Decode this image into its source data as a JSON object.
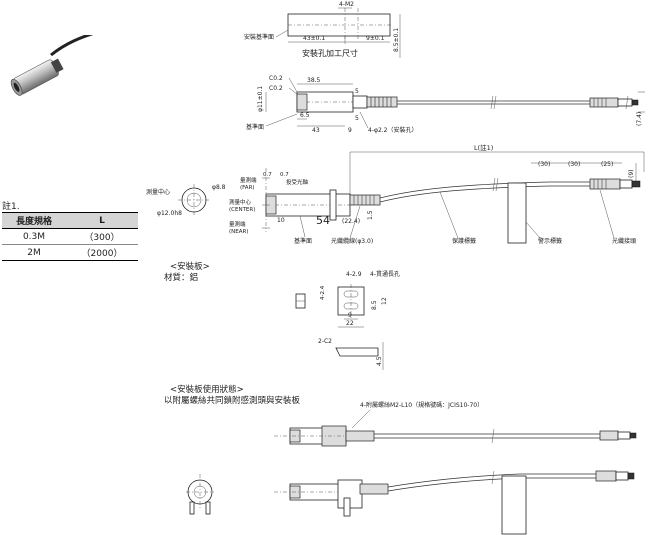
{
  "top_view": {
    "m2_label": "4-M2",
    "mount_ref": "安裝基準面",
    "dim_43": "43±0.1",
    "dim_9": "9±0.1",
    "dim_85": "8.5±0.1",
    "caption": "安裝孔加工尺寸"
  },
  "side_view": {
    "dim_dia11": "φ11±0.1",
    "dim_c02a": "C0.2",
    "dim_c02b": "C0.2",
    "dim_385": "38.5",
    "dim_65": "6.5",
    "dim_43": "43",
    "dim_9": "9",
    "dim_5a": "5",
    "dim_5b": "5",
    "dim_holes": "4-φ2.2（安裝孔）",
    "ref": "基準面",
    "dim_74": "(7.4)"
  },
  "front_view": {
    "l_note": "L(註1)",
    "dim_30a": "(30)",
    "dim_30b": "(30)",
    "dim_25": "(25)",
    "dim_9": "(9)",
    "dim_07a": "0.7",
    "dim_07b": "0.7",
    "dia88": "φ8.8",
    "dia12": "φ12.0h8",
    "measure_center_l": "測量中心",
    "far_label": "量測端\n(FAR)",
    "receiver": "投受光軸",
    "center_label": "測量中心\n(CENTER)",
    "near_label": "量測端\n(NEAR)",
    "dim_10": "10",
    "dim_54": "54",
    "dim_224": "(22.4)",
    "dim_15": "1.5",
    "ref": "基準面",
    "cable_label": "光纖纜線(φ3.0)",
    "sleeve_label": "保護標籤",
    "warning_label": "警示標籤",
    "connector_label": "光纖接頭"
  },
  "note": {
    "heading": "註1.",
    "col1": "長度規格",
    "col2": "L",
    "rows": [
      {
        "spec": "0.3M",
        "l": "（300）"
      },
      {
        "spec": "2M",
        "l": "（2000）"
      }
    ]
  },
  "plate": {
    "title": "<安裝板>",
    "material": "材質：鋁",
    "dim_429": "4-2.9",
    "dim_holes": "4-貫通長孔",
    "dim_424": "4-2.4",
    "dim_9": "9",
    "dim_22": "22",
    "dim_12": "12",
    "dim_85": "8.5",
    "dim_2c2": "2-C2",
    "dim_45": "4.5"
  },
  "usage": {
    "title": "<安裝板使用狀態>",
    "subtitle": "以附屬螺絲共同鎖附感測頭與安裝板",
    "screw_label": "4-附屬螺絲M2-L10（規格號碼：JCIS10-70）"
  }
}
